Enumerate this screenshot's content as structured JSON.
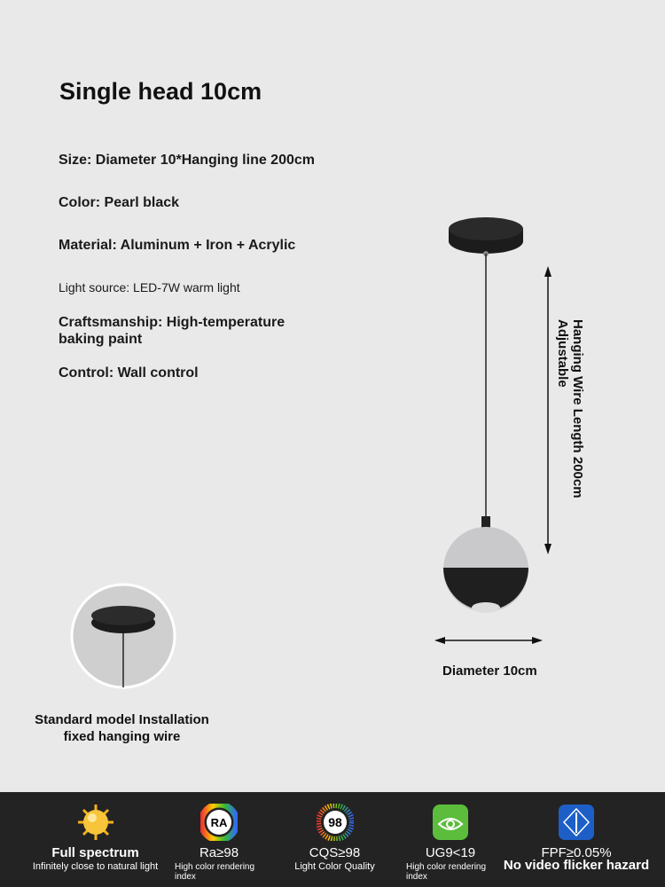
{
  "title": "Single head 10cm",
  "specs": {
    "size": "Size: Diameter 10*Hanging line 200cm",
    "color": "Color: Pearl black",
    "material": "Material: Aluminum + Iron + Acrylic",
    "light_source": "Light source: LED-7W warm light",
    "craftsmanship": "Craftsmanship: High-temperature baking paint",
    "control": "Control: Wall control"
  },
  "dimensions": {
    "wire_length": "Hanging Wire Length 200cm",
    "adjustable": "Adjustable",
    "diameter": "Diameter 10cm"
  },
  "inset_caption": "Standard model Installation fixed hanging wire",
  "features": [
    {
      "icon": "sun-icon",
      "title": "Full spectrum",
      "subtitle": "Infinitely close to natural light"
    },
    {
      "icon": "ra-color-wheel-icon",
      "badge": "RA",
      "title": "Ra≥98",
      "subtitle": "High color rendering index"
    },
    {
      "icon": "cqs-98-icon",
      "badge": "98",
      "title": "CQS≥98",
      "subtitle": "Light Color Quality"
    },
    {
      "icon": "eye-icon",
      "title": "UG9<19",
      "subtitle": "High color rendering index"
    },
    {
      "icon": "flicker-shield-icon",
      "title": "FPF≥0.05%",
      "subtitle": "No video flicker hazard"
    }
  ]
}
